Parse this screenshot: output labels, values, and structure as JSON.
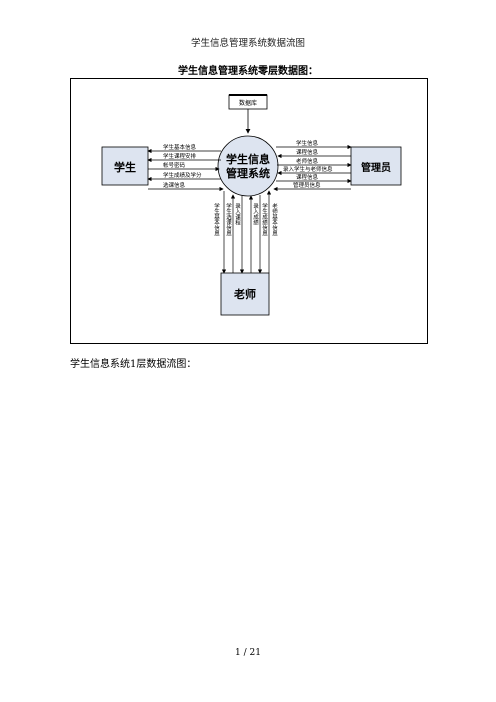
{
  "page": {
    "header": "学生信息管理系统数据流图",
    "diagram_title": "学生信息管理系统零层数据图：",
    "caption": "学生信息系统1层数据流图：",
    "footer": "1 / 21"
  },
  "diagram": {
    "center": [
      "学生信息",
      "管理系统"
    ],
    "database": "数据库",
    "student": "学生",
    "admin": "管理员",
    "teacher": "老师",
    "left_flows": [
      "学生基本信息",
      "学生课程安排",
      "帐号密码",
      "学生成绩及学分",
      "选课信息"
    ],
    "right_flows": [
      "学生信息",
      "课程信息",
      "老师信息",
      "录入学生与老师信息",
      "课程信息",
      "管理员信息"
    ],
    "bottom_flows": [
      "学生基本信息",
      "学生选课信息",
      "录入课程",
      "录入成绩",
      "学生成绩信息",
      "老师基本信息"
    ]
  }
}
